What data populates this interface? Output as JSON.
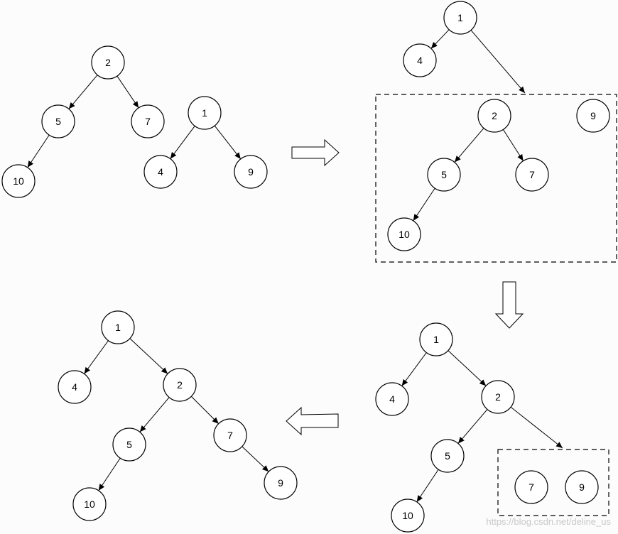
{
  "watermark": "https://blog.csdn.net/deline_us",
  "colors": {
    "stroke": "#000000",
    "node_fill": "#ffffff",
    "background": "#fcfcfc",
    "watermark": "#c8c8c8"
  },
  "panels": [
    {
      "id": "panel-1-initial-heaps",
      "nodes": [
        {
          "id": "p1-n2",
          "label": "2"
        },
        {
          "id": "p1-n5",
          "label": "5"
        },
        {
          "id": "p1-n7",
          "label": "7"
        },
        {
          "id": "p1-n10",
          "label": "10"
        },
        {
          "id": "p1-n1",
          "label": "1"
        },
        {
          "id": "p1-n4",
          "label": "4"
        },
        {
          "id": "p1-n9",
          "label": "9"
        }
      ],
      "edges": [
        [
          "p1-n2",
          "p1-n5"
        ],
        [
          "p1-n2",
          "p1-n7"
        ],
        [
          "p1-n5",
          "p1-n10"
        ],
        [
          "p1-n1",
          "p1-n4"
        ],
        [
          "p1-n1",
          "p1-n9"
        ]
      ]
    },
    {
      "id": "panel-2-merge-right-subtree",
      "nodes": [
        {
          "id": "p2-n1",
          "label": "1"
        },
        {
          "id": "p2-n4",
          "label": "4"
        },
        {
          "id": "p2-n2",
          "label": "2"
        },
        {
          "id": "p2-n9",
          "label": "9"
        },
        {
          "id": "p2-n5",
          "label": "5"
        },
        {
          "id": "p2-n7",
          "label": "7"
        },
        {
          "id": "p2-n10",
          "label": "10"
        }
      ],
      "edges": [
        [
          "p2-n1",
          "p2-n4"
        ],
        [
          "p2-n1",
          "box-a"
        ],
        [
          "p2-n2",
          "p2-n5"
        ],
        [
          "p2-n2",
          "p2-n7"
        ],
        [
          "p2-n5",
          "p2-n10"
        ]
      ]
    },
    {
      "id": "panel-3-merge-deeper",
      "nodes": [
        {
          "id": "p3-n1",
          "label": "1"
        },
        {
          "id": "p3-n4",
          "label": "4"
        },
        {
          "id": "p3-n2",
          "label": "2"
        },
        {
          "id": "p3-n5",
          "label": "5"
        },
        {
          "id": "p3-n10",
          "label": "10"
        },
        {
          "id": "p3-n7",
          "label": "7"
        },
        {
          "id": "p3-n9",
          "label": "9"
        }
      ],
      "edges": [
        [
          "p3-n1",
          "p3-n4"
        ],
        [
          "p3-n1",
          "p3-n2"
        ],
        [
          "p3-n2",
          "p3-n5"
        ],
        [
          "p3-n2",
          "box-b"
        ],
        [
          "p3-n5",
          "p3-n10"
        ]
      ]
    },
    {
      "id": "panel-4-result",
      "nodes": [
        {
          "id": "p4-n1",
          "label": "1"
        },
        {
          "id": "p4-n4",
          "label": "4"
        },
        {
          "id": "p4-n2",
          "label": "2"
        },
        {
          "id": "p4-n5",
          "label": "5"
        },
        {
          "id": "p4-n7",
          "label": "7"
        },
        {
          "id": "p4-n10",
          "label": "10"
        },
        {
          "id": "p4-n9",
          "label": "9"
        }
      ],
      "edges": [
        [
          "p4-n1",
          "p4-n4"
        ],
        [
          "p4-n1",
          "p4-n2"
        ],
        [
          "p4-n2",
          "p4-n5"
        ],
        [
          "p4-n2",
          "p4-n7"
        ],
        [
          "p4-n5",
          "p4-n10"
        ],
        [
          "p4-n7",
          "p4-n9"
        ]
      ]
    }
  ],
  "transitions": [
    {
      "id": "arrow-right",
      "direction": "right"
    },
    {
      "id": "arrow-down",
      "direction": "down"
    },
    {
      "id": "arrow-left",
      "direction": "left"
    }
  ]
}
